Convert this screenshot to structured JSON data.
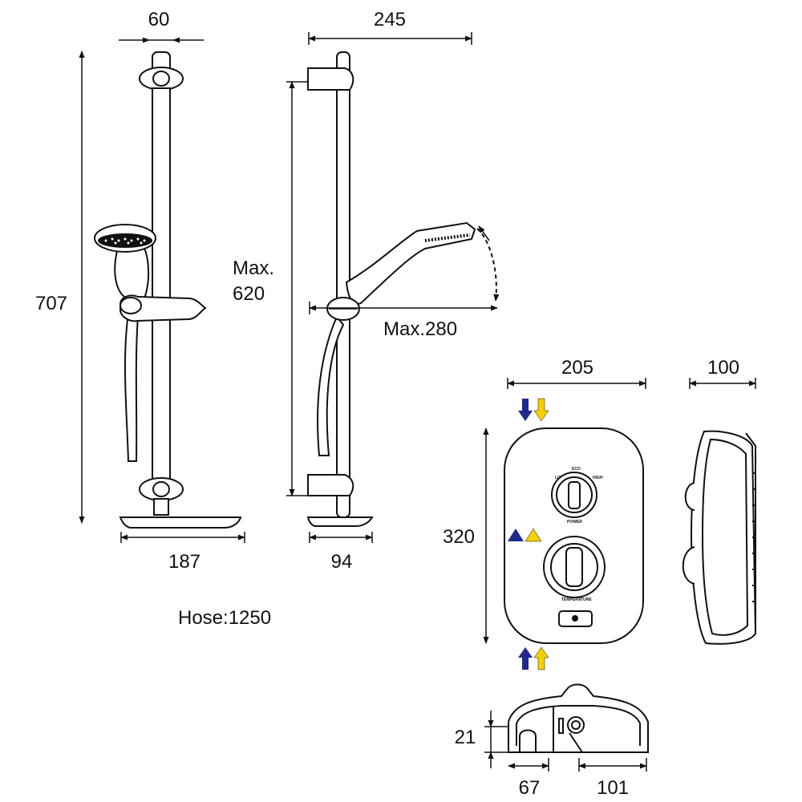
{
  "dimensions": {
    "rail_width": "60",
    "rail_side_depth": "245",
    "rail_height": "707",
    "max_height_line1": "Max.",
    "max_height_line2": "620",
    "max_reach": "Max.280",
    "soap_dish_width": "187",
    "soap_dish_depth": "94",
    "hose_length": "Hose:1250",
    "unit_width": "205",
    "unit_depth": "100",
    "unit_height": "320",
    "base_height": "21",
    "base_offset_left": "67",
    "base_offset_right": "101"
  },
  "control_labels": {
    "low": "LOW",
    "eco": "ECO",
    "high": "HIGH",
    "power": "POWER",
    "temperature": "TEMPERATURE"
  },
  "colors": {
    "cold_water": "#1f2a8c",
    "hot_water": "#f5d000",
    "line": "#111111"
  }
}
